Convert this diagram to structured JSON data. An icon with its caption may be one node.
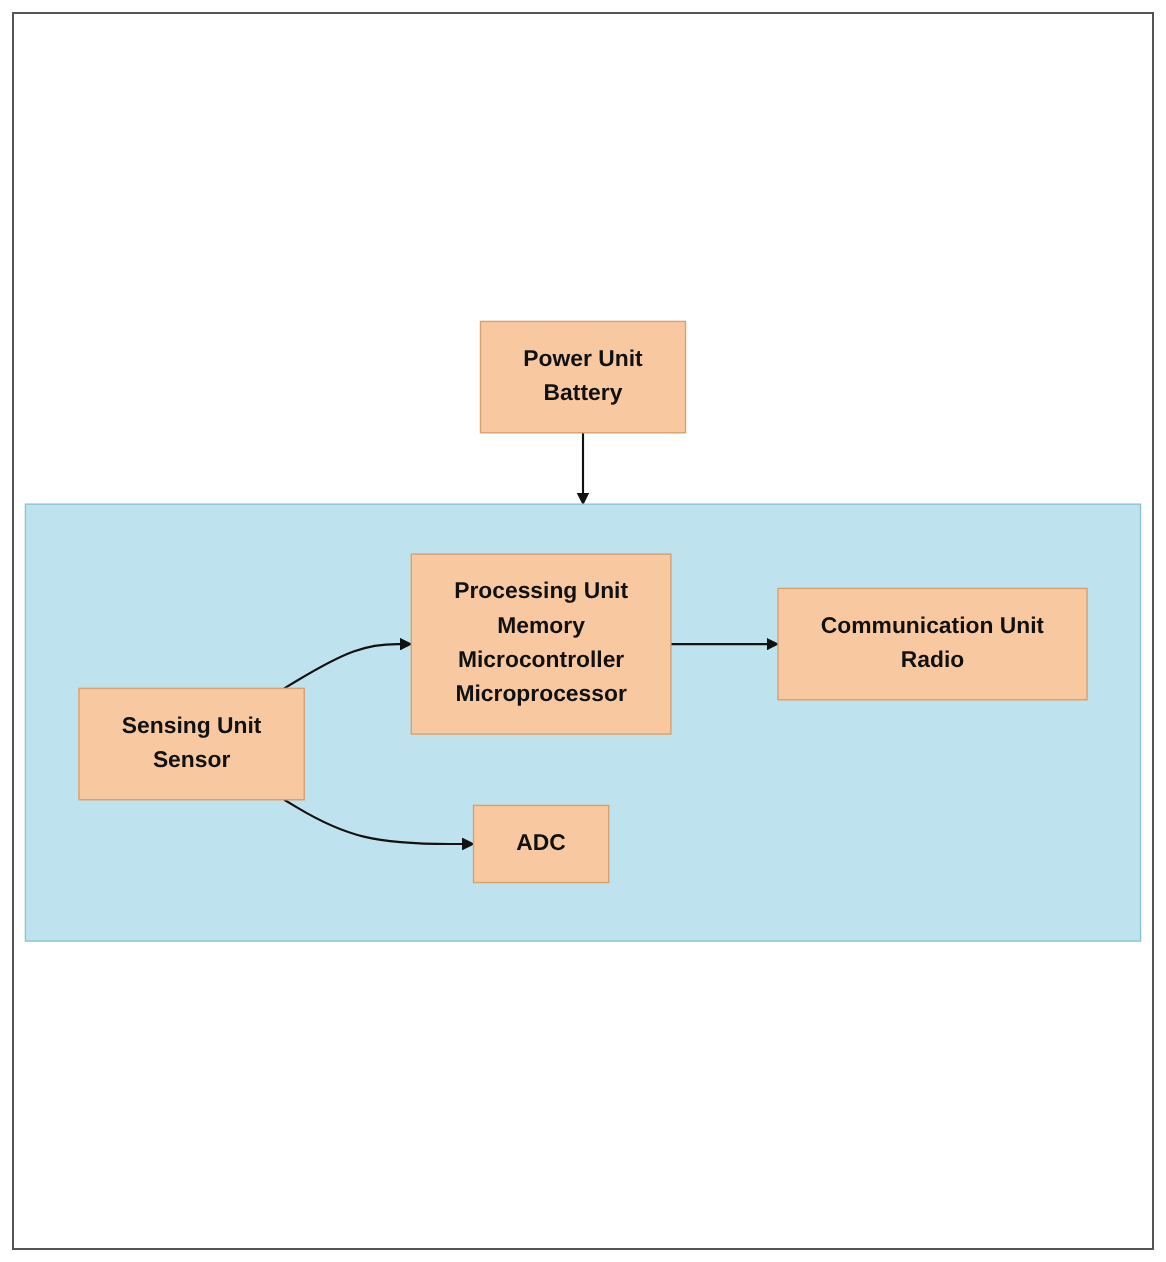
{
  "diagram": {
    "nodes": [
      {
        "text": [
          "Power Unit",
          "Battery"
        ]
      },
      {
        "text": [],
        "shape": "box"
      },
      {
        "text": [
          "Sensing Unit",
          "Sensor"
        ],
        "in": 1
      },
      {
        "text": [
          "Processing Unit",
          "Memory",
          "Microcontroller",
          "Microprocessor"
        ],
        "in": 1
      },
      {
        "text": [
          "Communication Unit",
          "Radio"
        ],
        "in": 1
      },
      {
        "text": [
          "ADC"
        ],
        "in": 1
      }
    ],
    "edges": [
      {
        "from": 0,
        "to": 1,
        "arrow": "to"
      },
      {
        "from": 2,
        "to": 3,
        "arrow": "to"
      },
      {
        "from": 3,
        "to": 4,
        "arrow": "to"
      },
      {
        "from": 2,
        "to": 5,
        "arrow": "to"
      }
    ]
  }
}
